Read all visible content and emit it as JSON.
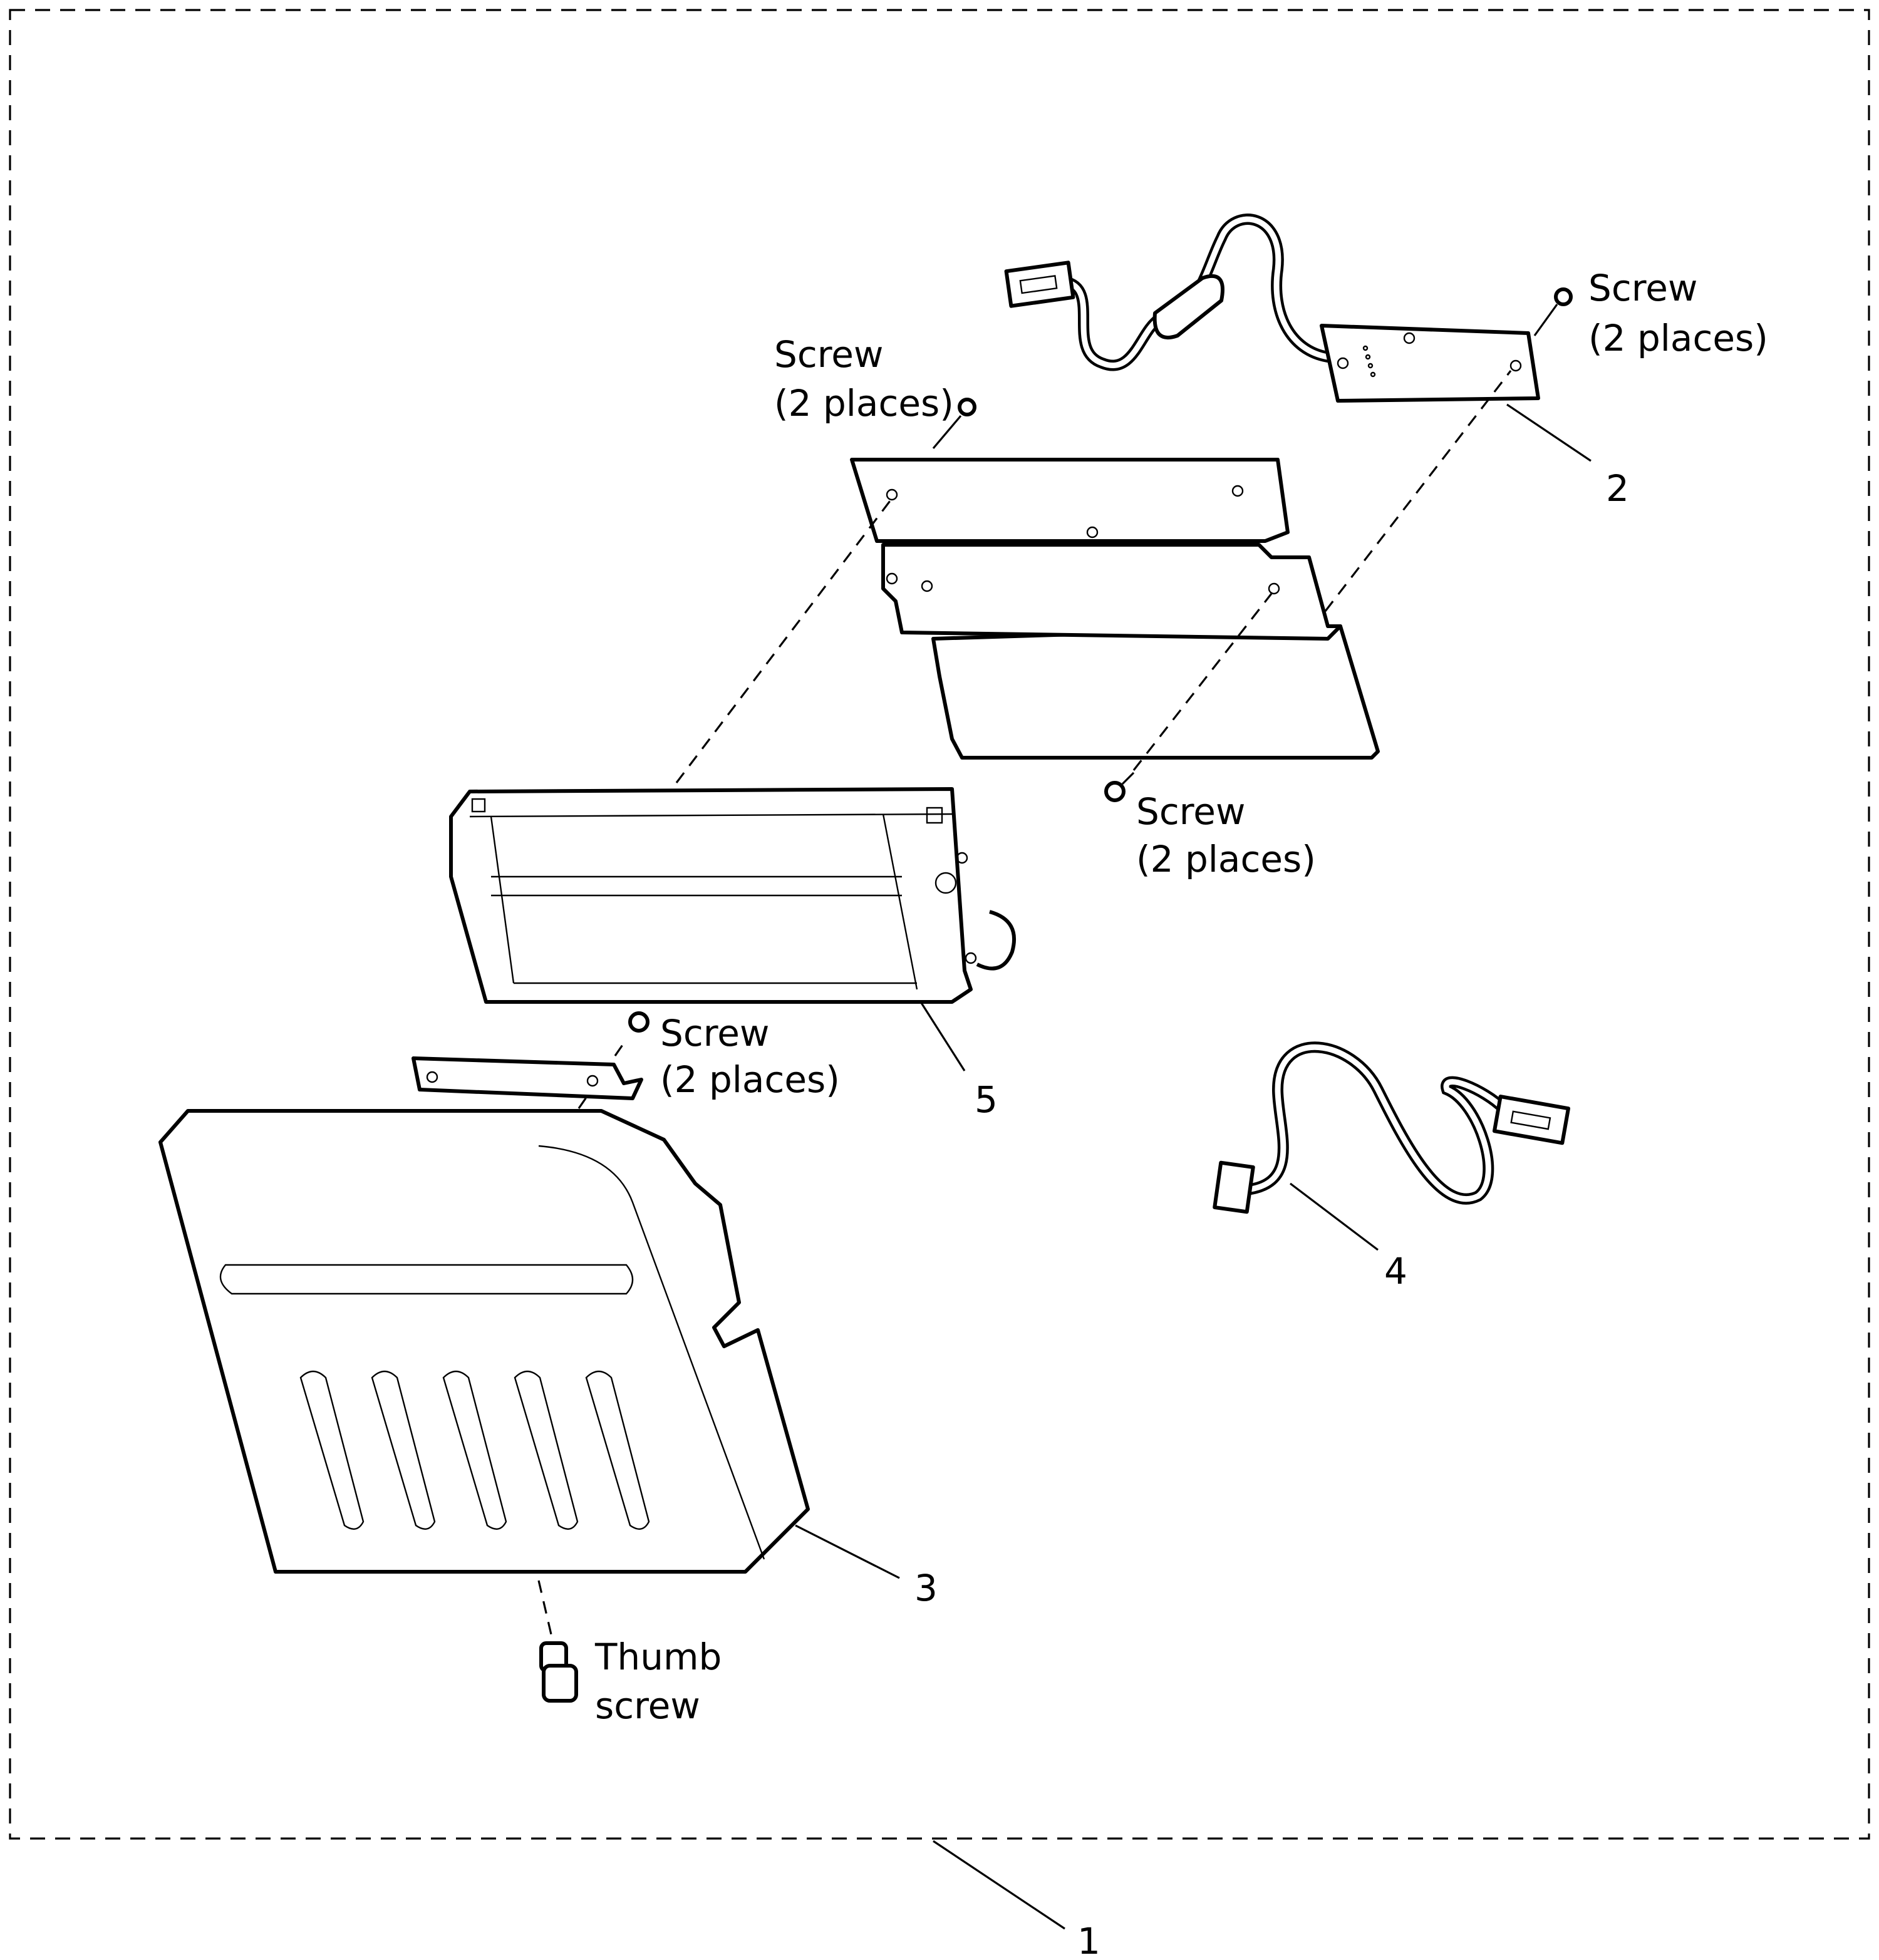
{
  "diagram": {
    "callouts": {
      "kit": "1",
      "sensor_board": "2",
      "cover": "3",
      "cable": "4",
      "cutter": "5"
    },
    "labels": {
      "screw_board": {
        "line1": "Screw",
        "line2": "(2 places)"
      },
      "screw_plate": {
        "line1": "Screw",
        "line2": "(2 places)"
      },
      "screw_bracket": {
        "line1": "Screw",
        "line2": "(2 places)"
      },
      "screw_lower": {
        "line1": "Screw",
        "line2": "(2 places)"
      },
      "thumb_screw": {
        "line1": "Thumb",
        "line2": "screw"
      }
    }
  }
}
